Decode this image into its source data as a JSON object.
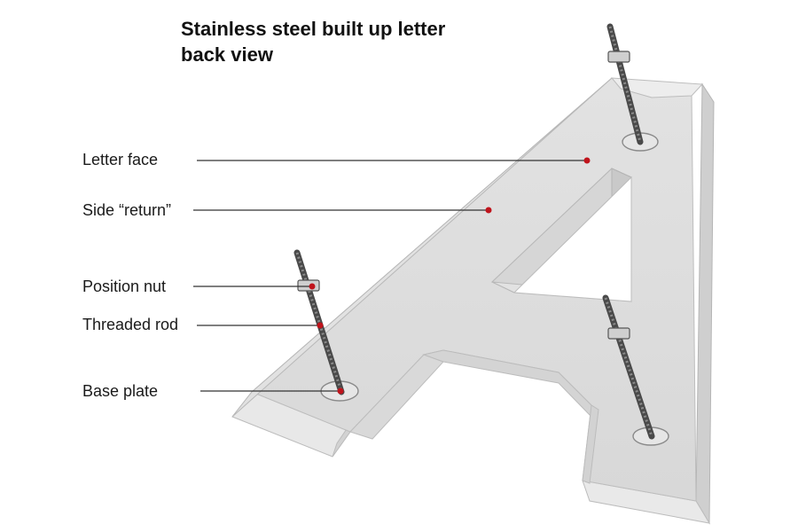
{
  "title": {
    "line1": "Stainless steel built up letter",
    "line2": "back view"
  },
  "labels": {
    "letter_face": "Letter face",
    "side_return": "Side “return”",
    "position_nut": "Position nut",
    "threaded_rod": "Threaded rod",
    "base_plate": "Base plate"
  },
  "colors": {
    "marker": "#c0141c",
    "leader": "#333333"
  }
}
